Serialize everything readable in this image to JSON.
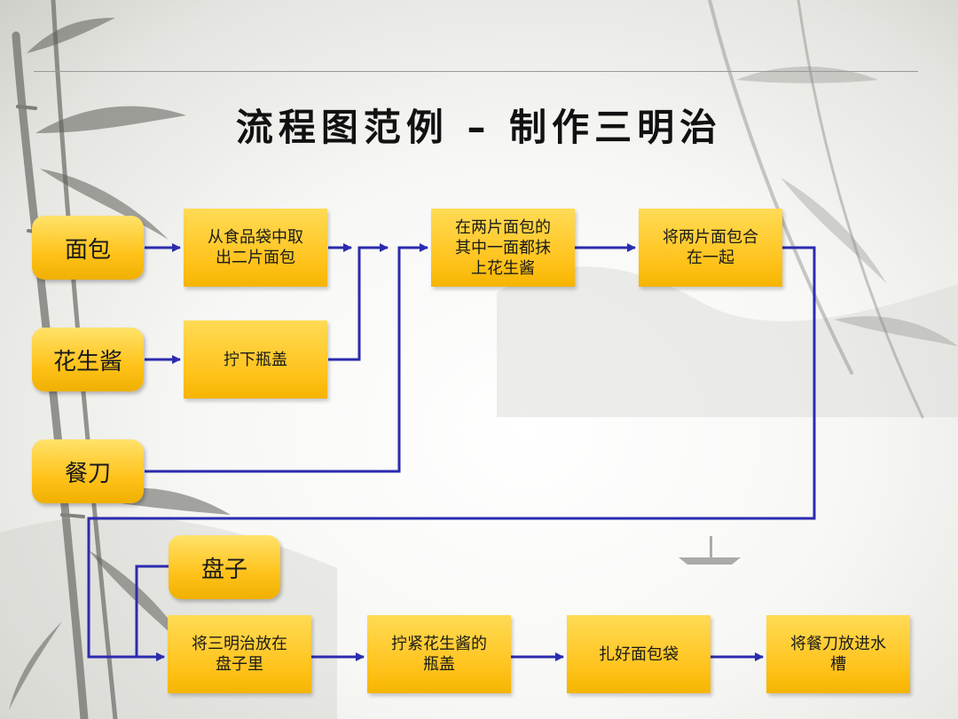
{
  "title": "流程图范例 – 制作三明治",
  "colors": {
    "box_fill": "#ffc21a",
    "box_light": "#ffe26a",
    "connector": "#2b2bb0",
    "title_text": "#111111"
  },
  "resources": {
    "bread": "面包",
    "peanut_butter": "花生酱",
    "knife": "餐刀",
    "plate": "盘子"
  },
  "steps": {
    "take_bread": "从食品袋中取\n出二片面包",
    "open_lid": "拧下瓶盖",
    "spread": "在两片面包的\n其中一面都抹\n上花生酱",
    "combine": "将两片面包合\n在一起",
    "put_plate": "将三明治放在\n盘子里",
    "close_lid": "拧紧花生酱的\n瓶盖",
    "tie_bag": "扎好面包袋",
    "knife_sink": "将餐刀放进水\n槽"
  }
}
